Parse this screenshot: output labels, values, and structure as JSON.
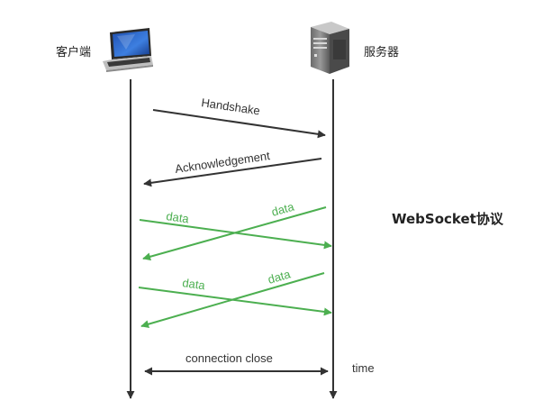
{
  "client": {
    "label": "客户端",
    "icon": "laptop-icon"
  },
  "server": {
    "label": "服务器",
    "icon": "server-tower-icon"
  },
  "title": "WebSocket协议",
  "messages": {
    "handshake": "Handshake",
    "acknowledgement": "Acknowledgement",
    "data_1": "data",
    "data_2": "data",
    "data_3": "data",
    "data_4": "data",
    "connection_close": "connection close"
  },
  "time_label": "time",
  "colors": {
    "control_arrow": "#333333",
    "data_arrow": "#4caf50",
    "text": "#333333"
  }
}
